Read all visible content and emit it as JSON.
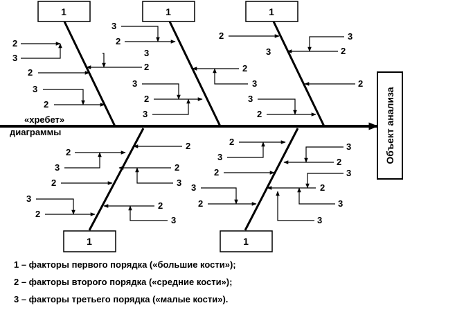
{
  "diagram": {
    "spine_label_line1": "«хребет»",
    "spine_label_line2": "диаграммы",
    "effect_label": "Объект анализа",
    "major_cause_label": "1",
    "second_order_label": "2",
    "third_order_label": "3"
  },
  "legend": [
    "1 – факторы первого порядка («большие кости»);",
    "2 – факторы второго порядка («средние кости»);",
    "3 – факторы третьего порядка («малые кости»)."
  ]
}
